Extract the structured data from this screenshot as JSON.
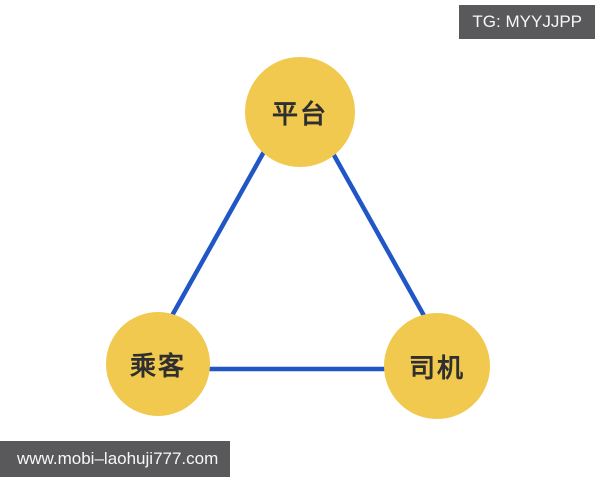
{
  "watermarks": {
    "telegram": "TG: MYYJJPP",
    "website": "www.mobi–laohuji777.com"
  },
  "diagram": {
    "type": "triangle-relationship",
    "nodes": [
      {
        "id": "platform",
        "label": "平台",
        "position": "top"
      },
      {
        "id": "passenger",
        "label": "乘客",
        "position": "bottom-left"
      },
      {
        "id": "driver",
        "label": "司机",
        "position": "bottom-right"
      }
    ],
    "edges": [
      {
        "from": "platform",
        "to": "passenger"
      },
      {
        "from": "platform",
        "to": "driver"
      },
      {
        "from": "passenger",
        "to": "driver"
      }
    ],
    "colors": {
      "node_fill": "#F0C94E",
      "edge_stroke": "#2056C6",
      "node_label": "#2F2F2F",
      "banner_background": "#59595B",
      "banner_text": "#F7F7F7",
      "background": "#FFFFFF"
    }
  }
}
